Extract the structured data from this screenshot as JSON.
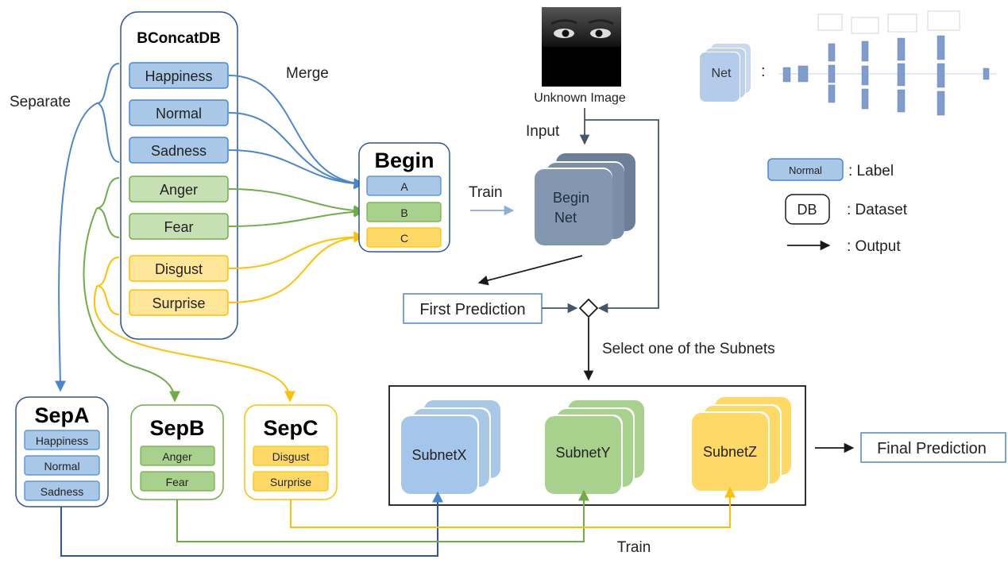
{
  "colors": {
    "blue_fill": "#a9c8e8",
    "blue_stroke": "#4a7ebd",
    "blue_arrow": "#5b9bd5",
    "green_fill": "#c6e0b4",
    "green_stroke": "#70ad47",
    "green_box": "#a9d18e",
    "yellow_fill": "#ffe699",
    "yellow_stroke": "#ffc000",
    "yellow_box": "#ffd966",
    "navy": "#4472c4",
    "slate": "#8497b0",
    "slate_dark": "#6b7f99",
    "dark": "#1a1a1a"
  },
  "bconcat": {
    "title": "BConcatDB",
    "labels": [
      "Happiness",
      "Normal",
      "Sadness",
      "Anger",
      "Fear",
      "Disgust",
      "Surprise"
    ]
  },
  "text": {
    "separate": "Separate",
    "merge": "Merge",
    "train": "Train",
    "train_bottom": "Train",
    "input": "Input",
    "unknown_image": "Unknown Image",
    "select": "Select one of the Subnets"
  },
  "begin": {
    "title": "Begin",
    "labels": [
      "A",
      "B",
      "C"
    ]
  },
  "begin_net": {
    "line1": "Begin",
    "line2": "Net"
  },
  "first_prediction": "First Prediction",
  "final_prediction": "Final Prediction",
  "sep": {
    "a": {
      "title": "SepA",
      "labels": [
        "Happiness",
        "Normal",
        "Sadness"
      ]
    },
    "b": {
      "title": "SepB",
      "labels": [
        "Anger",
        "Fear"
      ]
    },
    "c": {
      "title": "SepC",
      "labels": [
        "Disgust",
        "Surprise"
      ]
    }
  },
  "subnets": [
    "SubnetX",
    "SubnetY",
    "SubnetZ"
  ],
  "legend": {
    "net": "Net",
    "colon": ":",
    "label_sample": "Normal",
    "label_text": ": Label",
    "db_sample": "DB",
    "dataset_text": ": Dataset",
    "output_text": ": Output"
  }
}
